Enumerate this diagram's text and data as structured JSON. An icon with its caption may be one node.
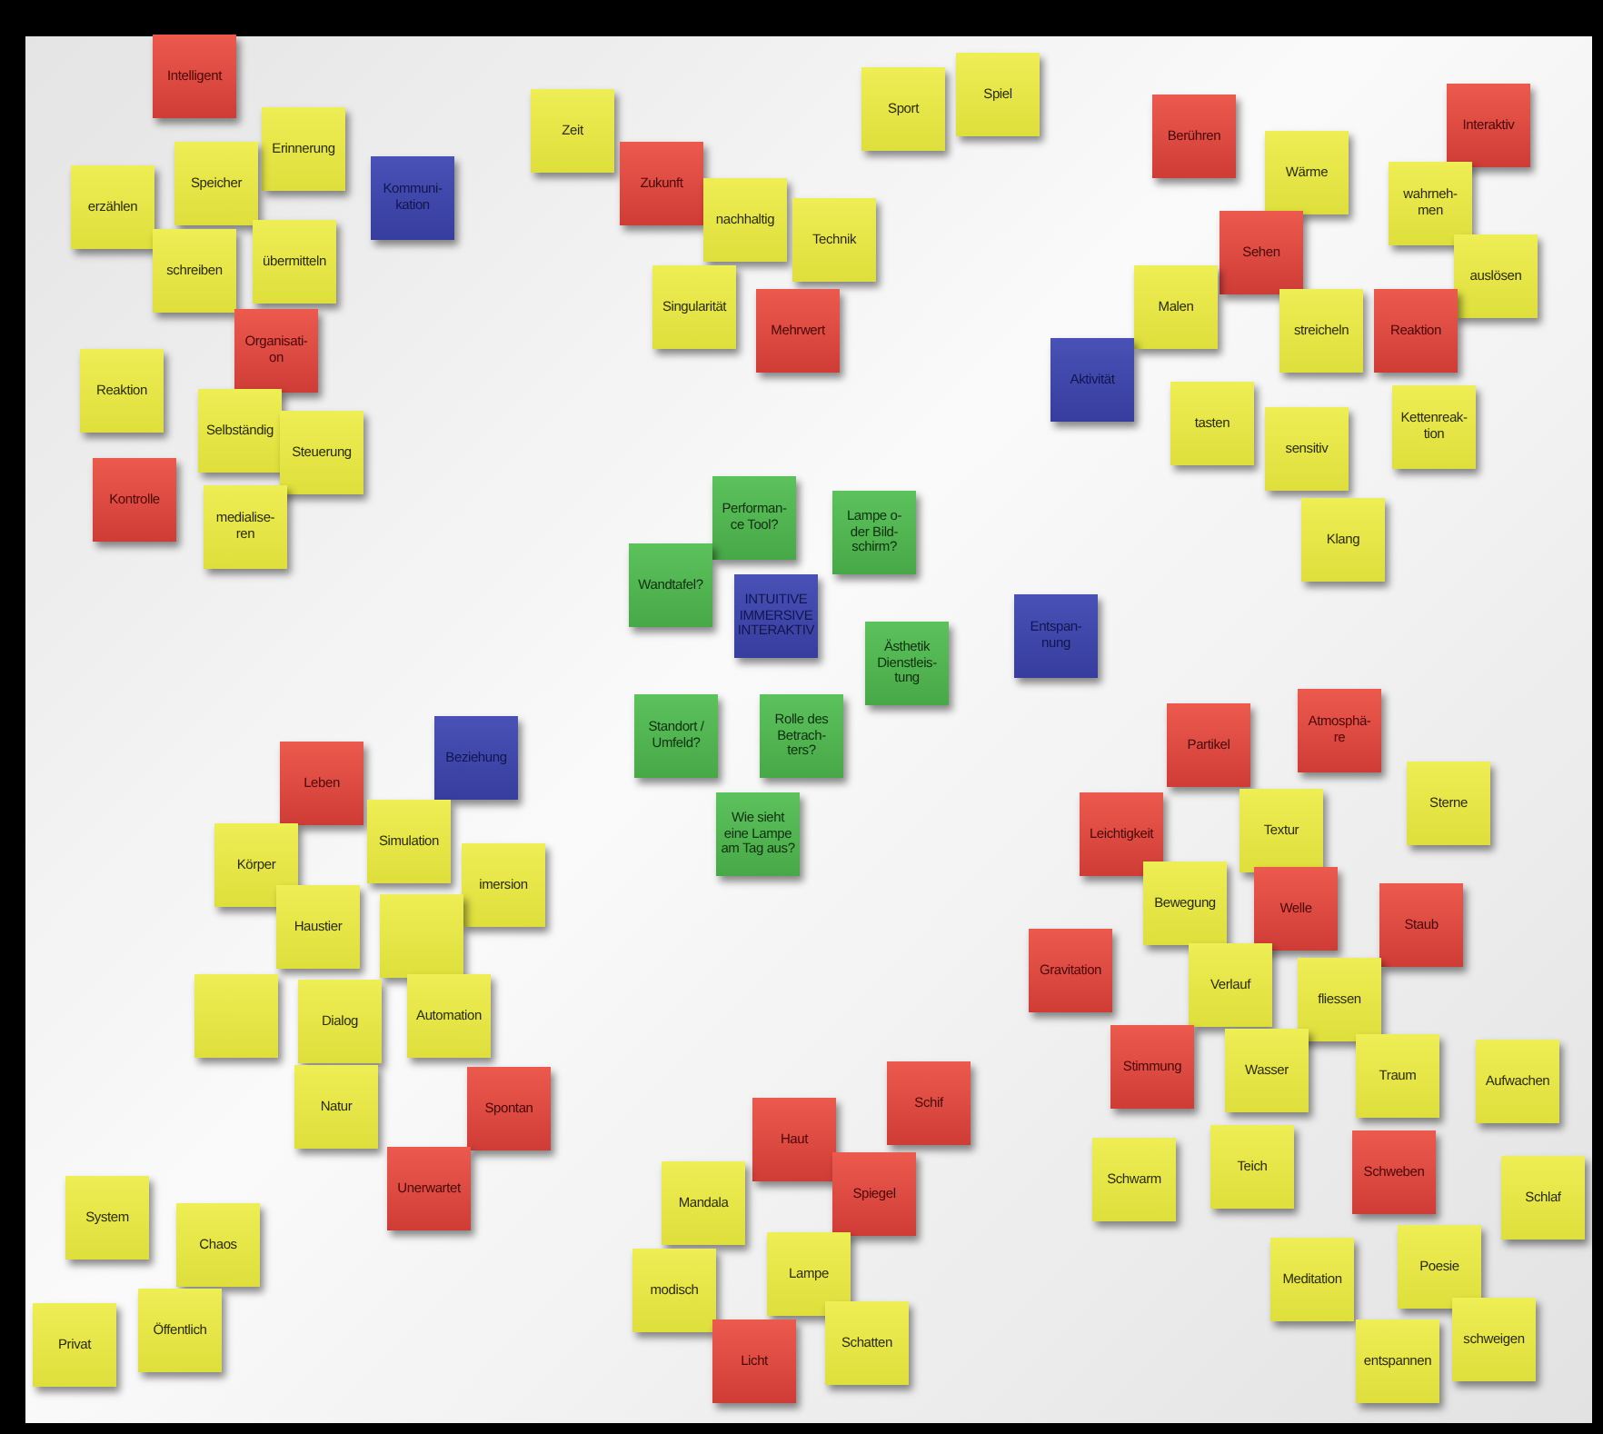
{
  "diagram": {
    "nodes": [
      {
        "text": [
          "Intelligent"
        ]
      },
      {
        "text": [
          "Erinnerung"
        ]
      },
      {
        "text": [
          "Kommuni- kation"
        ]
      },
      {
        "text": [
          "erzählen"
        ]
      },
      {
        "text": [
          "Speicher"
        ]
      },
      {
        "text": [
          "übermitteln"
        ]
      },
      {
        "text": [
          "schreiben"
        ]
      },
      {
        "text": [
          "Organisati- on"
        ]
      },
      {
        "text": [
          "Reaktion"
        ]
      },
      {
        "text": [
          "Selbständig"
        ]
      },
      {
        "text": [
          "Steuerung"
        ]
      },
      {
        "text": [
          "Kontrolle"
        ]
      },
      {
        "text": [
          "medialise- ren"
        ]
      },
      {
        "text": [
          "Zeit"
        ]
      },
      {
        "text": [
          "Zukunft"
        ]
      },
      {
        "text": [
          "nachhaltig"
        ]
      },
      {
        "text": [
          "Technik"
        ]
      },
      {
        "text": [
          "Singularität"
        ]
      },
      {
        "text": [
          "Mehrwert"
        ]
      },
      {
        "text": [
          "Sport"
        ]
      },
      {
        "text": [
          "Spiel"
        ]
      },
      {
        "text": [
          "Berühren"
        ]
      },
      {
        "text": [
          "Interaktiv"
        ]
      },
      {
        "text": [
          "Wärme"
        ]
      },
      {
        "text": [
          "wahrneh- men"
        ]
      },
      {
        "text": [
          "Sehen"
        ]
      },
      {
        "text": [
          "auslösen"
        ]
      },
      {
        "text": [
          "Malen"
        ]
      },
      {
        "text": [
          "streicheln"
        ]
      },
      {
        "text": [
          "Reaktion"
        ]
      },
      {
        "text": [
          "Aktivität"
        ]
      },
      {
        "text": [
          "Kettenreak- tion"
        ]
      },
      {
        "text": [
          "tasten"
        ]
      },
      {
        "text": [
          "sensitiv"
        ]
      },
      {
        "text": [
          "Klang"
        ]
      },
      {
        "text": [
          "Performan- ce Tool?"
        ]
      },
      {
        "text": [
          "Lampe o- der Bild- schirm?"
        ]
      },
      {
        "text": [
          "Wandtafel?"
        ]
      },
      {
        "text": [
          "INTUITIVE IMMERSIVE INTERAKTIV"
        ]
      },
      {
        "text": [
          "Ästhetik Dienstleis- tung"
        ]
      },
      {
        "text": [
          "Entspan- nung"
        ]
      },
      {
        "text": [
          "Standort / Umfeld?"
        ]
      },
      {
        "text": [
          "Rolle des Betrach- ters?"
        ]
      },
      {
        "text": [
          "Wie sieht eine Lampe am Tag aus?"
        ]
      },
      {
        "text": [
          "Leben"
        ]
      },
      {
        "text": [
          "Beziehung"
        ]
      },
      {
        "text": [
          "Körper"
        ]
      },
      {
        "text": [
          "Simulation"
        ]
      },
      {
        "text": [
          "imersion"
        ]
      },
      {
        "text": [
          "Haustier"
        ]
      },
      {
        "text": [],
        "shape": "box"
      },
      {
        "text": [],
        "shape": "box"
      },
      {
        "text": [
          "Dialog"
        ]
      },
      {
        "text": [
          "Automation"
        ]
      },
      {
        "text": [
          "Natur"
        ]
      },
      {
        "text": [
          "Spontan"
        ]
      },
      {
        "text": [
          "Unerwartet"
        ]
      },
      {
        "text": [
          "System"
        ]
      },
      {
        "text": [
          "Chaos"
        ]
      },
      {
        "text": [
          "Privat"
        ]
      },
      {
        "text": [
          "Öffentlich"
        ]
      },
      {
        "text": [
          "Haut"
        ]
      },
      {
        "text": [
          "Schif"
        ]
      },
      {
        "text": [
          "Mandala"
        ]
      },
      {
        "text": [
          "Spiegel"
        ]
      },
      {
        "text": [
          "modisch"
        ]
      },
      {
        "text": [
          "Lampe"
        ]
      },
      {
        "text": [
          "Licht"
        ]
      },
      {
        "text": [
          "Schatten"
        ]
      },
      {
        "text": [
          "Partikel"
        ]
      },
      {
        "text": [
          "Atmosphä- re"
        ]
      },
      {
        "text": [
          "Sterne"
        ]
      },
      {
        "text": [
          "Leichtigkeit"
        ]
      },
      {
        "text": [
          "Textur"
        ]
      },
      {
        "text": [
          "Bewegung"
        ]
      },
      {
        "text": [
          "Welle"
        ]
      },
      {
        "text": [
          "Staub"
        ]
      },
      {
        "text": [
          "Gravitation"
        ]
      },
      {
        "text": [
          "Verlauf"
        ]
      },
      {
        "text": [
          "fliessen"
        ]
      },
      {
        "text": [
          "Stimmung"
        ]
      },
      {
        "text": [
          "Wasser"
        ]
      },
      {
        "text": [
          "Traum"
        ]
      },
      {
        "text": [
          "Aufwachen"
        ]
      },
      {
        "text": [
          "Schwarm"
        ]
      },
      {
        "text": [
          "Teich"
        ]
      },
      {
        "text": [
          "Schweben"
        ]
      },
      {
        "text": [
          "Schlaf"
        ]
      },
      {
        "text": [
          "Meditation"
        ]
      },
      {
        "text": [
          "Poesie"
        ]
      },
      {
        "text": [
          "entspannen"
        ]
      },
      {
        "text": [
          "schweigen"
        ]
      }
    ]
  }
}
